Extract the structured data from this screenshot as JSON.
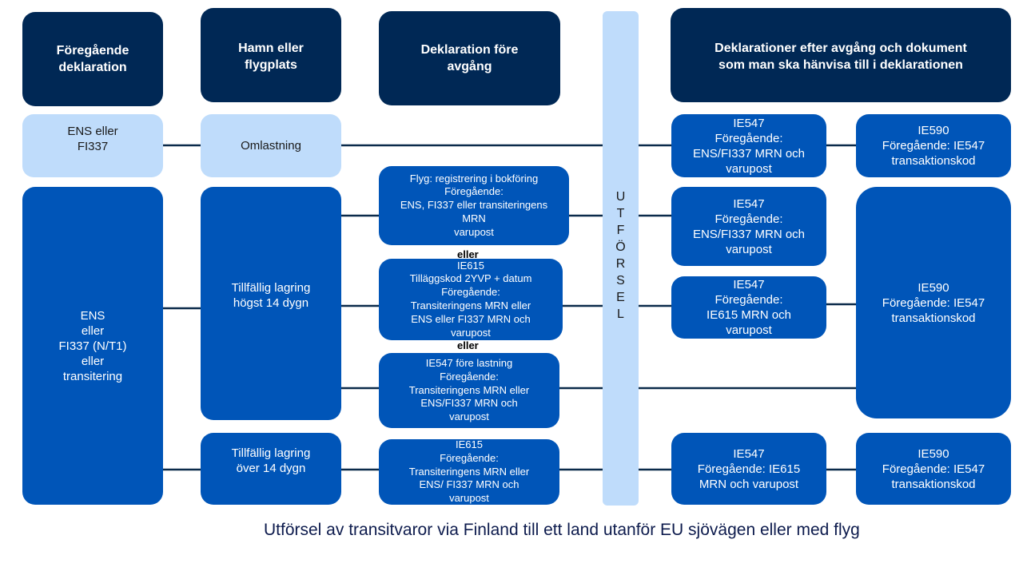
{
  "headers": {
    "previous": [
      "Föregående",
      "deklaration"
    ],
    "port": [
      "Hamn eller",
      "flygplats"
    ],
    "before_departure": [
      "Deklaration före",
      "avgång"
    ],
    "after_departure": [
      "Deklarationer efter avgång och dokument",
      "som man ska hänvisa till i deklarationen"
    ]
  },
  "exit_bar": {
    "letters": [
      "U",
      "T",
      "F",
      "Ö",
      "R",
      "S",
      "E",
      "L"
    ]
  },
  "column1": {
    "ens_fi337": [
      "ENS eller",
      "FI337"
    ],
    "ens_transit": [
      "ENS",
      "eller",
      "FI337 (N/T1)",
      "eller",
      "transitering"
    ]
  },
  "column2": {
    "omlastning": [
      "Omlastning"
    ],
    "temp_14": [
      "Tillfällig lagring",
      "högst 14 dygn"
    ],
    "temp_over_14": [
      "Tillfällig lagring",
      "över 14 dygn"
    ]
  },
  "column3": {
    "flight": [
      "Flyg: registrering i bokföring",
      "Föregående:",
      "ENS, FI337 eller transiteringens",
      "MRN",
      "varupost"
    ],
    "or1": "eller",
    "ie615_a": [
      "IE615",
      "Tilläggskod 2YVP + datum",
      "Föregående:",
      "Transiteringens MRN eller",
      "ENS eller FI337 MRN och",
      "varupost"
    ],
    "or2": "eller",
    "ie547_loading": [
      "IE547 före lastning",
      "Föregående:",
      "Transiteringens MRN eller",
      "ENS/FI337 MRN och",
      "varupost"
    ],
    "ie615_b": [
      "IE615",
      "Föregående:",
      "Transiteringens MRN eller",
      "ENS/ FI337 MRN och",
      "varupost"
    ]
  },
  "column4": {
    "ie547_a": [
      "IE547",
      "Föregående:",
      "ENS/FI337 MRN och",
      "varupost"
    ],
    "ie547_b": [
      "IE547",
      "Föregående:",
      "ENS/FI337 MRN och",
      "varupost"
    ],
    "ie547_c": [
      "IE547",
      "Föregående:",
      "IE615 MRN och",
      "varupost"
    ],
    "ie547_d": [
      "IE547",
      "Föregående: IE615",
      "MRN och varupost"
    ]
  },
  "column5": {
    "ie590_a": [
      "IE590",
      "Föregående: IE547",
      "transaktionskod"
    ],
    "ie590_b": [
      "IE590",
      "Föregående: IE547",
      "transaktionskod"
    ],
    "ie590_c": [
      "IE590",
      "Föregående: IE547",
      "transaktionskod"
    ]
  },
  "caption": "Utförsel av transitvaror via Finland till ett land utanför EU sjövägen eller med flyg",
  "colors": {
    "header": "#002855",
    "light": "#bfdcfb",
    "blue": "#0055b8",
    "line": "#0a2a4a"
  }
}
